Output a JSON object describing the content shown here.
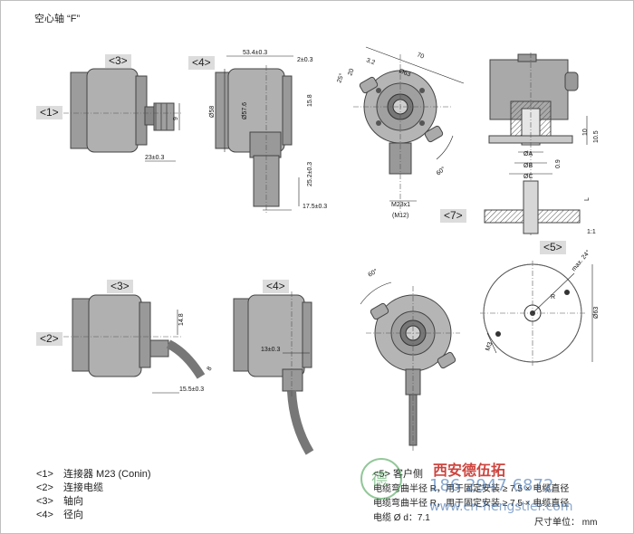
{
  "header": {
    "title": "空心轴 “F”"
  },
  "view_tags": [
    "<3>",
    "<4>",
    "<1>",
    "<7>",
    "<5>",
    "<3>",
    "<4>",
    "<2>"
  ],
  "dims": {
    "d_23": "23±0.3",
    "d_9": "9",
    "d_534": "53.4±0.3",
    "d_2": "2±0.3",
    "d_58": "Ø58",
    "d_57": "Ø57.6",
    "d_158": "15.8",
    "d_252": "25.2±0.3",
    "d_175": "17.5±0.3",
    "d_70": "70",
    "d_63": "Ø63",
    "d_32": "3.2",
    "d_20": "20",
    "d_25": "25°",
    "d_60a": "60°",
    "d_m23": "M23x1",
    "d_m12": "(M12)",
    "d_148": "14.8",
    "d_155": "15.5±0.3",
    "d_8": "8",
    "d_13": "13±0.3",
    "d_60b": "60°",
    "d_max": "max. 24°",
    "d_r": "R",
    "d_63b": "Ø63",
    "d_M3": "M3",
    "d_da": "ØA",
    "d_db": "ØB",
    "d_dc": "ØC",
    "d_10": "10",
    "d_105": "10.5",
    "d_09": "0.9",
    "d_L": "L",
    "scale": "1:1"
  },
  "legend": [
    {
      "key": "<1>",
      "text": "连接器 M23 (Conin)"
    },
    {
      "key": "<2>",
      "text": "连接电缆"
    },
    {
      "key": "<3>",
      "text": "轴向"
    },
    {
      "key": "<4>",
      "text": "径向"
    }
  ],
  "notes": {
    "n5": "<5>  客户侧",
    "n6": "电缆弯曲半径 R，用于固定安装 ≥ 7.5 × 电缆直径",
    "n7": "电缆弯曲半径 R，用于固定安装 ≥ 7.5 × 电缆直径",
    "n8": "电缆 Ø d：7.1",
    "unit": "尺寸单位： mm"
  },
  "watermark": {
    "company": "西安德伍拓",
    "phone": "186 2947 6872",
    "url": "www.cn-hengstler.com",
    "mark": "德"
  },
  "colors": {
    "body": "#a9a9a9",
    "dark": "#6e6e6e",
    "tag": "#dcdcdc",
    "wm_red": "#c8302a",
    "wm_blue": "#3c6fb0",
    "wm_green": "#3a9a46"
  }
}
